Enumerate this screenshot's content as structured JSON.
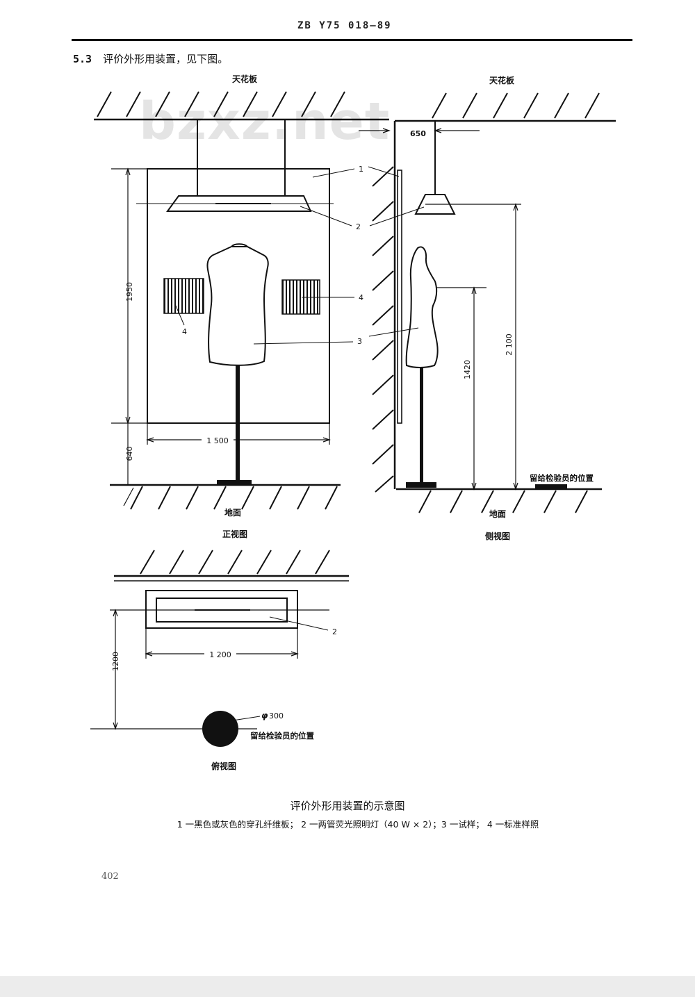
{
  "header": {
    "code": "ZB Y75 018—89"
  },
  "section": {
    "number": "5.3",
    "text": "评价外形用装置，见下图。"
  },
  "watermark": "bzxz.net",
  "front_view": {
    "ceiling_label": "天花板",
    "floor_label": "地面",
    "view_label": "正视图",
    "dim_height_board": "1950",
    "dim_height_bottom": "640",
    "dim_width": "1 500",
    "callouts": [
      "1",
      "2",
      "3",
      "4",
      "4"
    ]
  },
  "side_view": {
    "ceiling_label": "天花板",
    "floor_label": "地面",
    "view_label": "侧视图",
    "dim_offset": "650",
    "dim_height_sample": "1420",
    "dim_height_lamp": "2 100",
    "inspector_label": "留给检验员的位置"
  },
  "top_view": {
    "view_label": "俯视图",
    "dim_width": "1 200",
    "dim_depth": "1200",
    "dim_diameter": "300",
    "diameter_symbol": "φ",
    "inspector_label": "留给检验员的位置",
    "callout": "2"
  },
  "caption": {
    "title": "评价外形用装置的示意图",
    "legend": "1 一黑色或灰色的穿孔纤维板； 2 一两管荧光照明灯（40 W × 2）；3 一试样； 4 一标准样照"
  },
  "page_number": "402"
}
